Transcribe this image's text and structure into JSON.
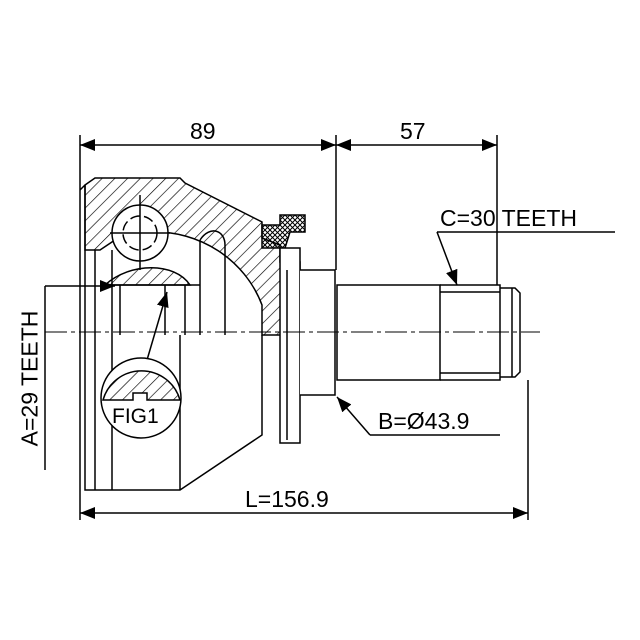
{
  "dimensions": {
    "housing_length": "89",
    "shaft_length": "57",
    "total_length": "L=156.9",
    "outer_spline": "C=30 TEETH",
    "seal_diameter": "B=Ø43.9",
    "inner_spline": "A=29 TEETH"
  },
  "detail_label": "FIG1"
}
